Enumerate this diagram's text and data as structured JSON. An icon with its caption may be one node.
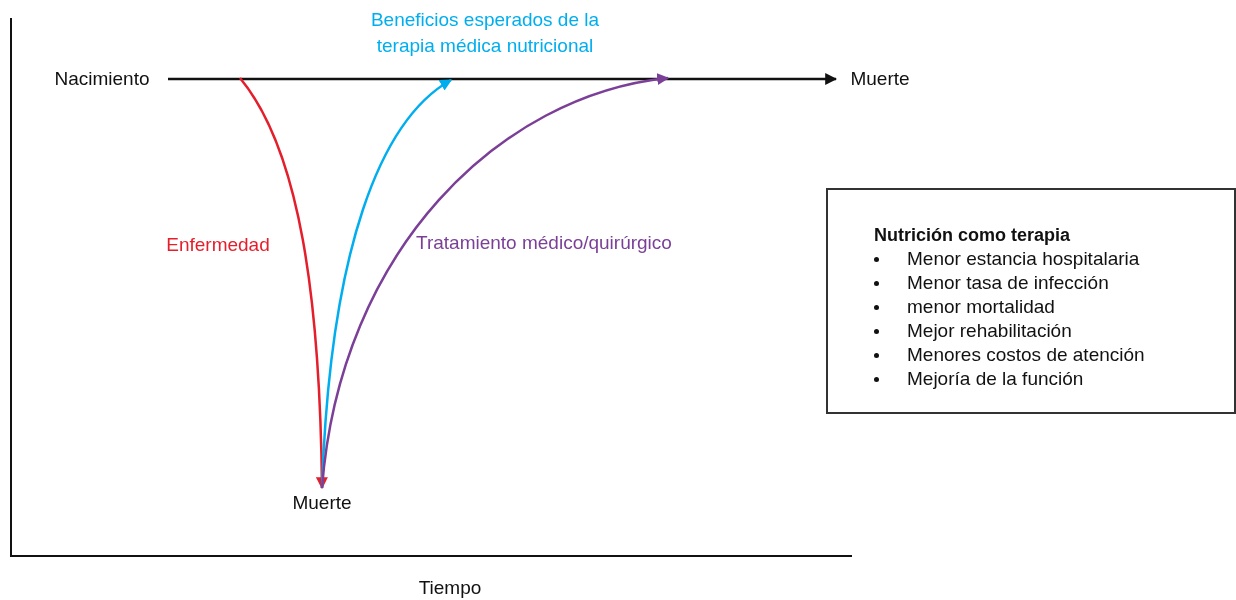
{
  "diagram": {
    "nodes": [
      {
        "text": [
          "Nacimiento"
        ]
      },
      {
        "text": [
          "Muerte"
        ]
      },
      {
        "text": [
          "Muerte"
        ]
      },
      {
        "text": [
          "Nutrición como terapia",
          "Menor estancia hospitalaria",
          "Menor tasa de infección",
          "menor mortalidad",
          "Mejor rehabilitación",
          "Menores costos de atención",
          "Mejoría de la función"
        ]
      }
    ],
    "edges": [
      {
        "from": 0,
        "to": 1,
        "arrow": "to"
      },
      {
        "from": null,
        "to": 2,
        "arrow": "to",
        "label": "Enfermedad",
        "color": "#e41e2b"
      },
      {
        "from": 2,
        "to": null,
        "arrow": "to",
        "label": "Beneficios esperados de la terapia médica nutricional",
        "color": "#00aeef"
      },
      {
        "from": 2,
        "to": null,
        "arrow": "to",
        "label": "Tratamiento médico/quirúrgico",
        "color": "#7b3f98"
      }
    ],
    "labels": [
      "Tiempo"
    ]
  }
}
